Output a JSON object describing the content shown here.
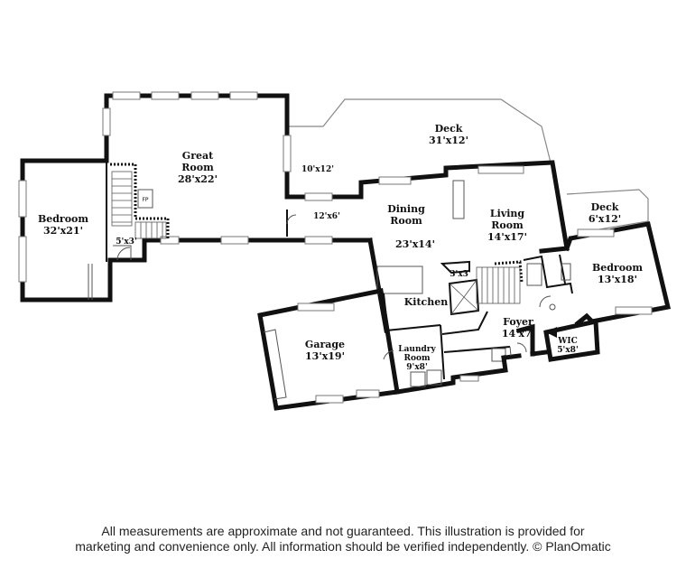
{
  "rooms": {
    "bedroom_left": {
      "name": "Bedroom",
      "size": "32'x21'"
    },
    "great_room": {
      "name_line1": "Great",
      "name_line2": "Room",
      "size": "28'x22'"
    },
    "fireplace": "FP",
    "closet_5x3": "5'x3'",
    "area_10x12": "10'x12'",
    "area_12x6": "12'x6'",
    "deck_main": {
      "name": "Deck",
      "size": "31'x12'"
    },
    "dining_room": {
      "name_line1": "Dining",
      "name_line2": "Room"
    },
    "dining_living_size": "23'x14'",
    "living_room": {
      "name_line1": "Living",
      "name_line2": "Room",
      "size": "14'x17'"
    },
    "deck_right": {
      "name": "Deck",
      "size": "6'x12'"
    },
    "bedroom_right": {
      "name": "Bedroom",
      "size": "13'x18'"
    },
    "closet_3x3": "3'x3'",
    "kitchen": "Kitchen",
    "foyer": {
      "name": "Foyer",
      "size": "14'x7'"
    },
    "wic": {
      "name": "WIC",
      "size": "5'x8'"
    },
    "garage": {
      "name": "Garage",
      "size": "13'x19'"
    },
    "laundry": {
      "name_line1": "Laundry",
      "name_line2": "Room",
      "size": "9'x8'"
    }
  },
  "disclaimer": {
    "line1": "All measurements are approximate and not guaranteed. This illustration is provided for",
    "line2": "marketing and convenience only. All information should be verified independently. © PlanOmatic"
  }
}
